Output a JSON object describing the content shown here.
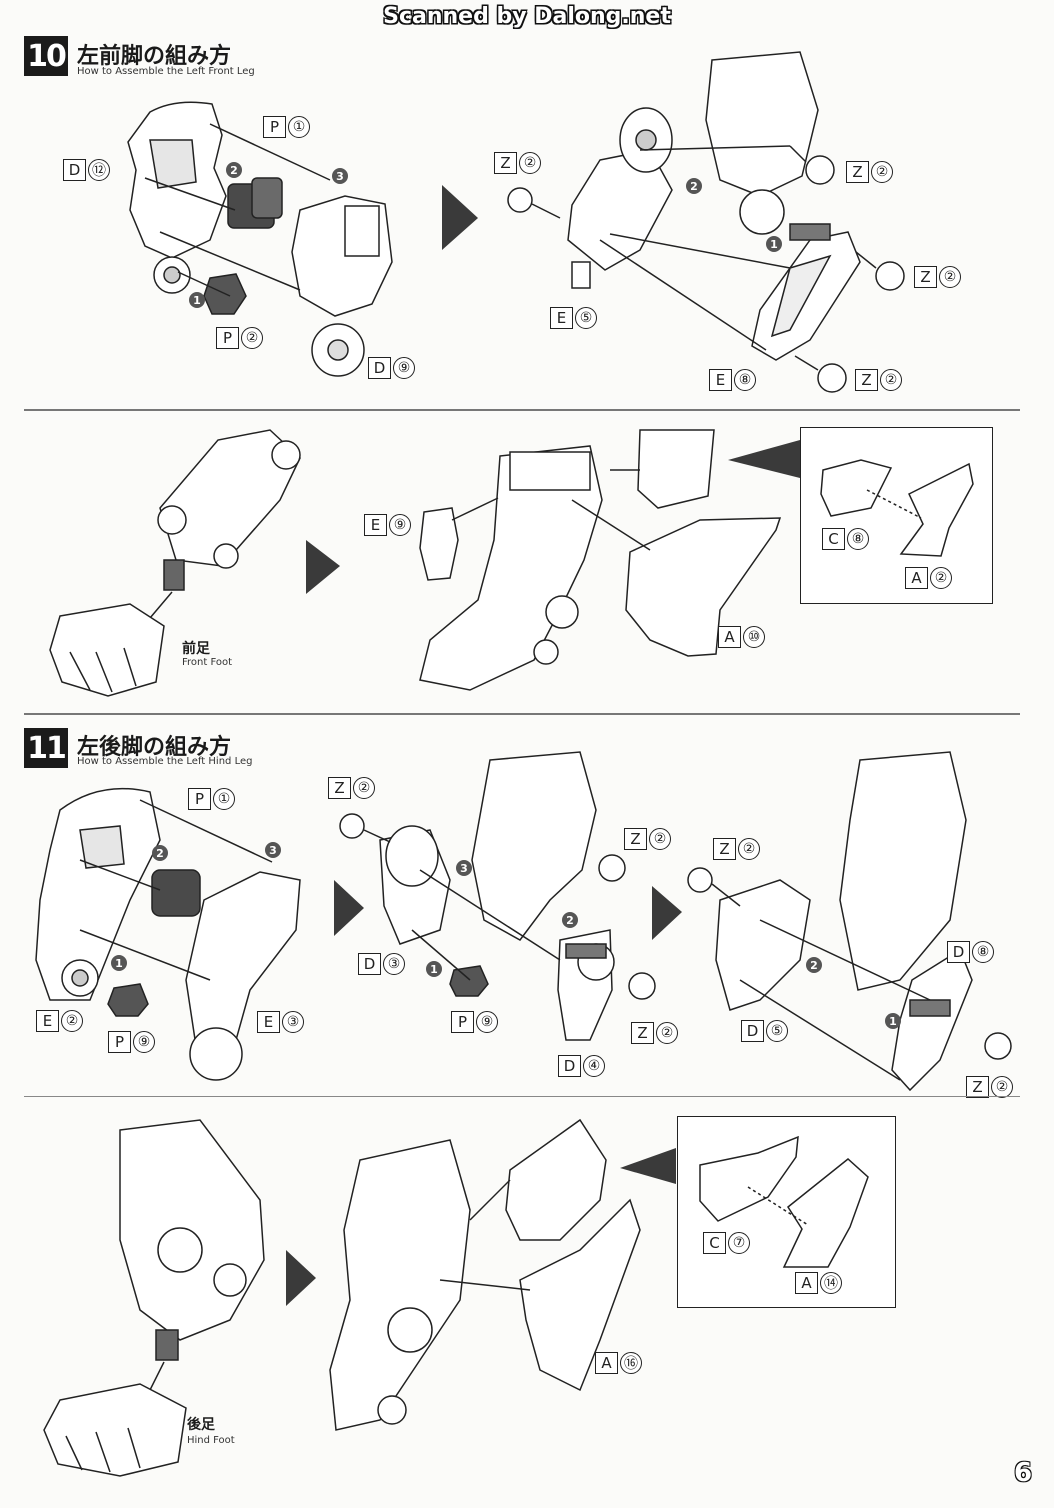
{
  "watermark": "Scanned by Dalong.net",
  "page_number": "6",
  "steps": [
    {
      "number": "10",
      "title": "左前脚の組み方",
      "subtitle": "How to Assemble the Left Front Leg"
    },
    {
      "number": "11",
      "title": "左後脚の組み方",
      "subtitle": "How to Assemble the Left Hind Leg"
    }
  ],
  "parts": {
    "p1": [
      "P",
      "①"
    ],
    "p2": [
      "P",
      "②"
    ],
    "d12": [
      "D",
      "⑫"
    ],
    "d9": [
      "D",
      "⑨"
    ],
    "z2": [
      "Z",
      "②"
    ],
    "e5": [
      "E",
      "⑤"
    ],
    "e8": [
      "E",
      "⑧"
    ],
    "e9": [
      "E",
      "⑨"
    ],
    "a10": [
      "A",
      "⑩"
    ],
    "c8": [
      "C",
      "⑧"
    ],
    "a2": [
      "A",
      "②"
    ],
    "e2": [
      "E",
      "②"
    ],
    "p9": [
      "P",
      "⑨"
    ],
    "e3": [
      "E",
      "③"
    ],
    "d3": [
      "D",
      "③"
    ],
    "d4": [
      "D",
      "④"
    ],
    "d5": [
      "D",
      "⑤"
    ],
    "d8": [
      "D",
      "⑧"
    ],
    "c7": [
      "C",
      "⑦"
    ],
    "a14": [
      "A",
      "⑭"
    ],
    "a16": [
      "A",
      "⑯"
    ]
  },
  "badges": {
    "one": "1",
    "two": "2",
    "three": "3"
  },
  "feet": {
    "front": {
      "jp": "前足",
      "en": "Front Foot"
    },
    "hind": {
      "jp": "後足",
      "en": "Hind Foot"
    }
  },
  "colors": {
    "ink": "#222222",
    "badge": "#555555",
    "step_box": "#1b1b1b",
    "arrow": "#3a3a3a"
  }
}
